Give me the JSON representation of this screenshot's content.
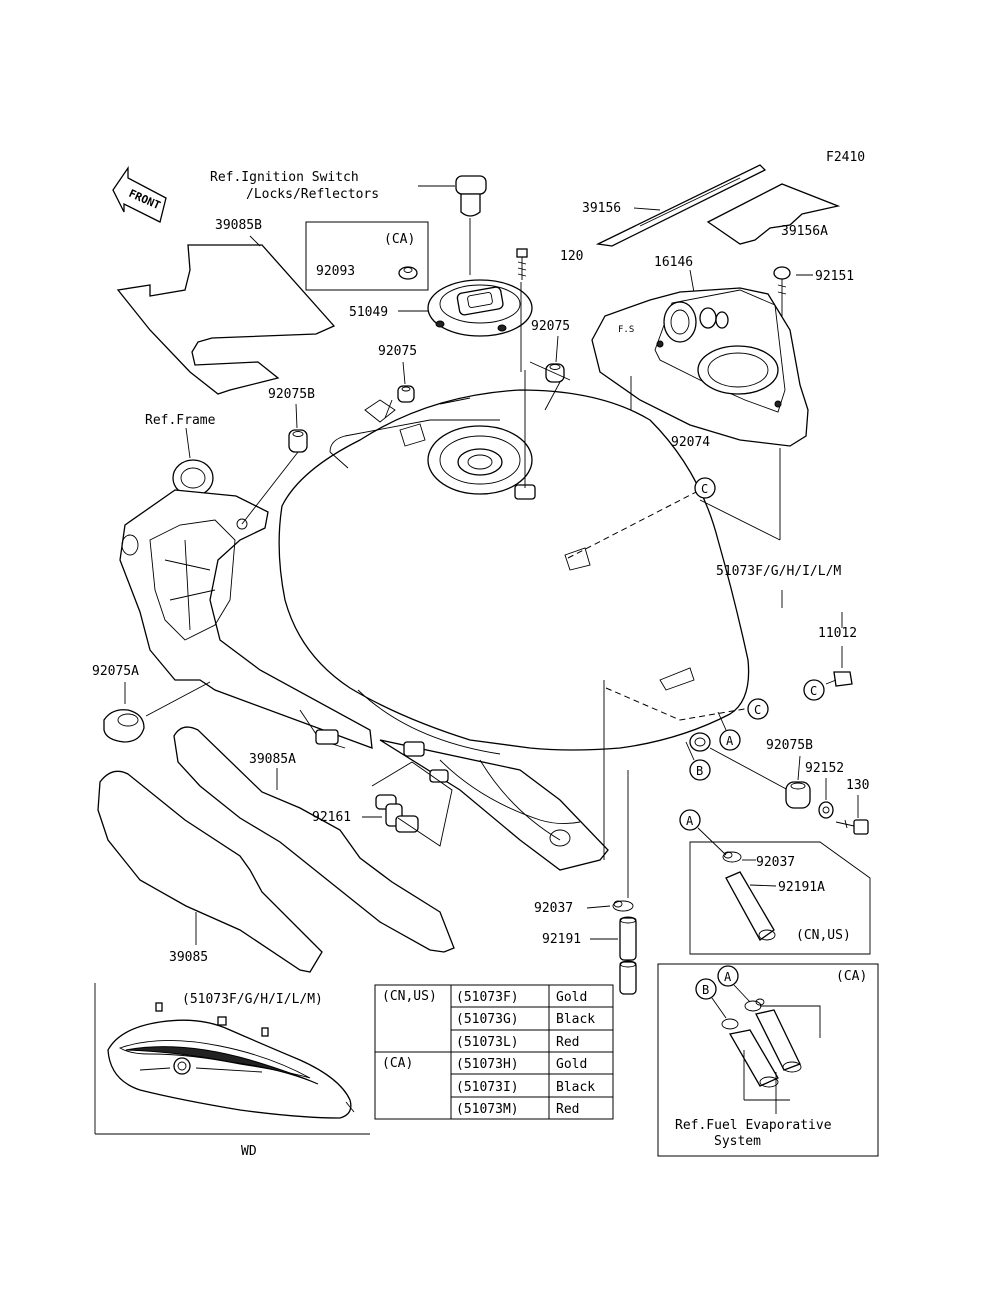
{
  "figure_code": "F2410",
  "front_label": "FRONT",
  "parts": {
    "p39085B": "39085B",
    "p92093": "92093",
    "p51049": "51049",
    "p92075_upper": "92075",
    "p92075_center": "92075",
    "p92075B_left": "92075B",
    "p39156": "39156",
    "p39156A": "39156A",
    "p120": "120",
    "p16146": "16146",
    "p92151": "92151",
    "p92074": "92074",
    "p51073": "51073F/G/H/I/L/M",
    "p11012": "11012",
    "p92075A": "92075A",
    "p39085A": "39085A",
    "p92161": "92161",
    "p92075B_right": "92075B",
    "p92152": "92152",
    "p130": "130",
    "p92037_inset": "92037",
    "p92191A": "92191A",
    "p92037_main": "92037",
    "p92191": "92191",
    "p39085": "39085"
  },
  "refs": {
    "ignition_line1": "Ref.Ignition Switch",
    "ignition_line2": "/Locks/Reflectors",
    "frame": "Ref.Frame",
    "fuel_evap_line1": "Ref.Fuel Evaporative",
    "fuel_evap_line2": "System"
  },
  "region_labels": {
    "ca_box": "(CA)",
    "cn_us_box": "(CN,US)",
    "ca_inset": "(CA)",
    "wd_header": "(51073F/G/H/I/L/M)",
    "wd": "WD"
  },
  "callouts": {
    "a": "A",
    "b": "B",
    "c": "C"
  },
  "color_table": {
    "groups": [
      {
        "region": "(CN,US)",
        "rows": [
          {
            "part": "(51073F)",
            "color": "Gold"
          },
          {
            "part": "(51073G)",
            "color": "Black"
          },
          {
            "part": "(51073L)",
            "color": "Red"
          }
        ]
      },
      {
        "region": "(CA)",
        "rows": [
          {
            "part": "(51073H)",
            "color": "Gold"
          },
          {
            "part": "(51073I)",
            "color": "Black"
          },
          {
            "part": "(51073M)",
            "color": "Red"
          }
        ]
      }
    ]
  }
}
